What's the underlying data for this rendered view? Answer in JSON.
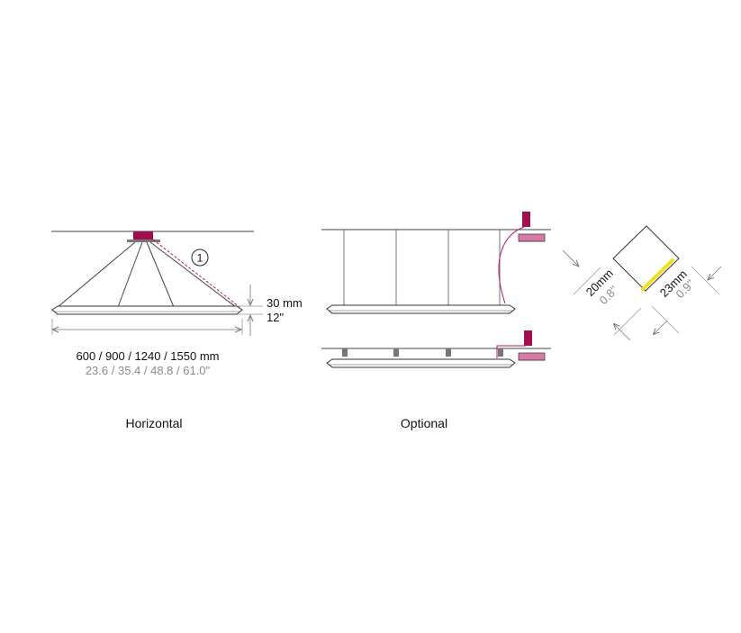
{
  "colors": {
    "line": "#444444",
    "wire": "#c0136b",
    "canopy_dark": "#a0104f",
    "canopy_light": "#d87aa8",
    "accent_yellow": "#f1e01a",
    "dim_grey": "#8a8a8a"
  },
  "horizontal": {
    "callout_number": "1",
    "height_mm": "30 mm",
    "height_in": "12\"",
    "length_mm": "600 / 900 / 1240 / 1550 mm",
    "length_in": "23.6 / 35.4 / 48.8 / 61.0\"",
    "caption": "Horizontal"
  },
  "optional": {
    "caption": "Optional"
  },
  "profile": {
    "width_mm": "20mm",
    "width_in": "0.8\"",
    "height_mm": "23mm",
    "height_in": "0.9\""
  }
}
